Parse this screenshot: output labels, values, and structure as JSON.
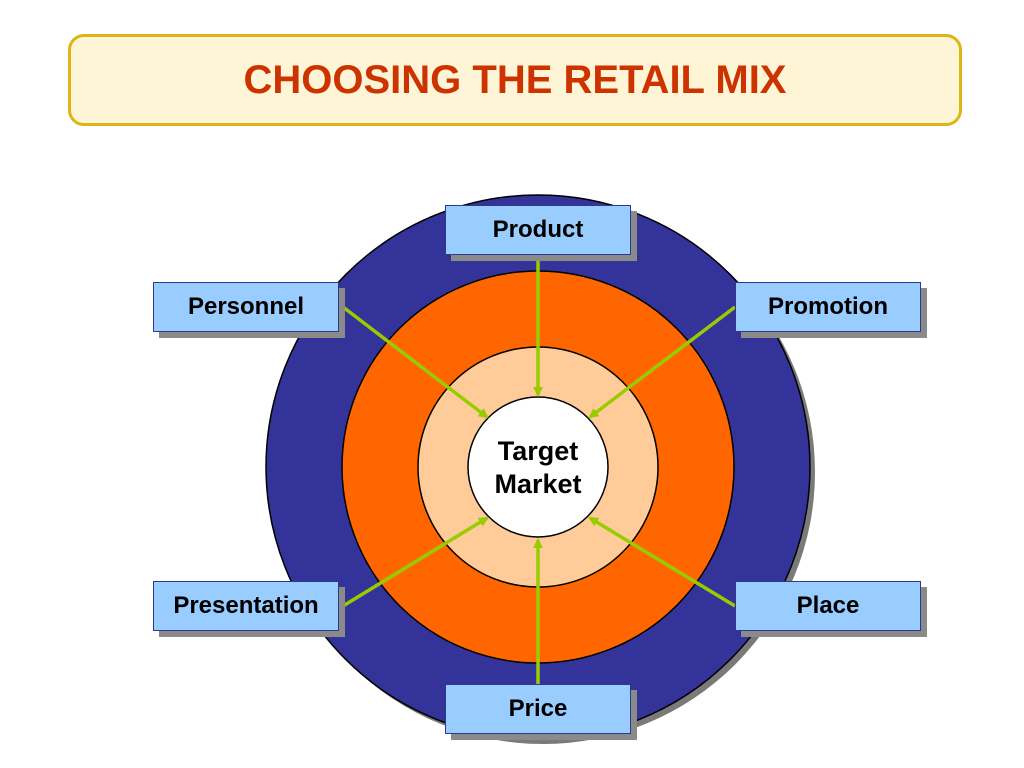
{
  "title": "CHOOSING THE RETAIL MIX",
  "center": {
    "line1": "Target",
    "line2": "Market"
  },
  "labels": {
    "product": "Product",
    "personnel": "Personnel",
    "promotion": "Promotion",
    "presentation": "Presentation",
    "place": "Place",
    "price": "Price"
  },
  "colors": {
    "outer_ring": "#333399",
    "middle_ring": "#ff6600",
    "inner_ring": "#ffcc99",
    "center": "#ffffff",
    "arrows": "#99cc00",
    "label_fill": "#99ccff",
    "title_text": "#cc3300",
    "title_border": "#e0b412",
    "title_fill": "#fdf5d6"
  }
}
